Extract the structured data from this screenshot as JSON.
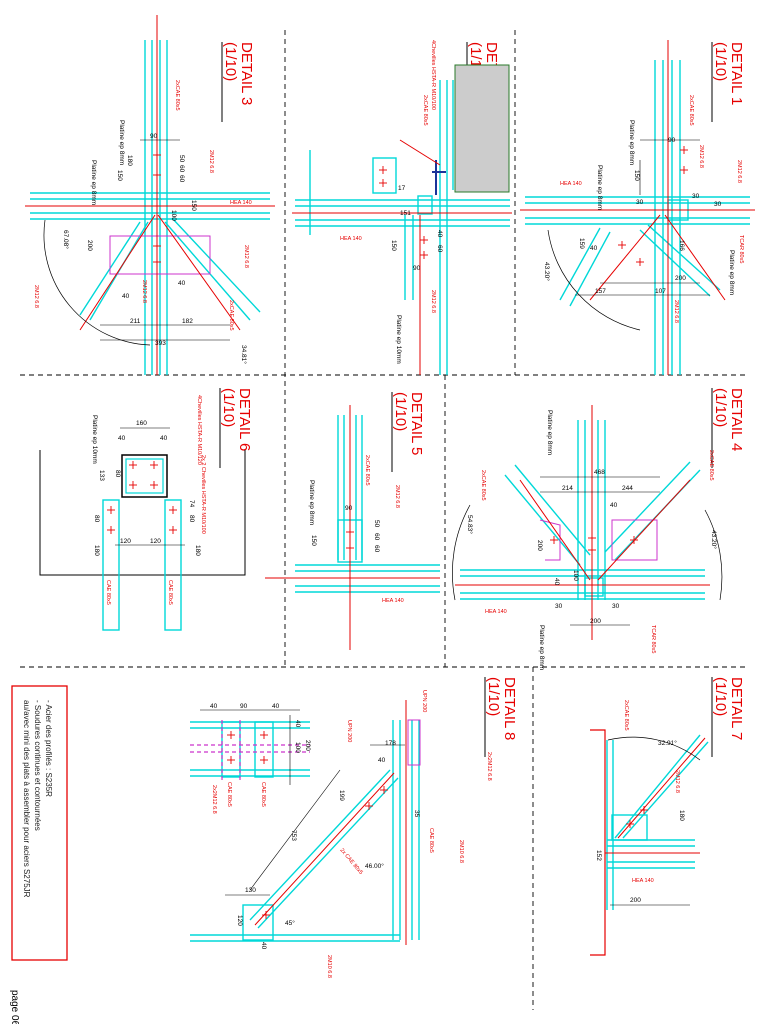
{
  "page": {
    "number_label": "page 06"
  },
  "colors": {
    "steel": "#00d8d8",
    "axis": "#e60000",
    "dim": "#000000",
    "plate": "#cc33cc",
    "bolt": "#1a3399",
    "note_frame": "#e60000"
  },
  "notes": {
    "lines": [
      "- Acier des profilés : S235R",
      "- Soudures continues et contournées",
      "  au/avec mini des plats à assembler pour aciers S275JR"
    ]
  },
  "details": {
    "d1": {
      "title": "DETAIL 1",
      "scale": "(1/10)",
      "labels": [
        "HEA 140",
        "2xCAE 80x5",
        "2M12 6.8",
        "2M12 6.8",
        "2M12 6.8",
        "Platine ep 8mm",
        "Platine ep 8mm",
        "Platine ep 8mm",
        "TCAR 80x5"
      ],
      "dims": [
        "90",
        "150",
        "30",
        "30",
        "30",
        "159",
        "40",
        "166",
        "200",
        "157",
        "107",
        "43.20°"
      ]
    },
    "d2": {
      "title": "DETAIL 2",
      "scale": "(1/10)",
      "labels": [
        "4Chevilles HSTA-R M10/100",
        "2xCAE 80x5",
        "HEA 140",
        "2M12 6.8",
        "Platine ep 10mm"
      ],
      "dims": [
        "17",
        "151",
        "150",
        "40",
        "60",
        "90"
      ]
    },
    "d3": {
      "title": "DETAIL 3",
      "scale": "(1/10)",
      "labels": [
        "2xCAE 80x5",
        "Platine ep 8mm",
        "Platine ep 8mm",
        "HEA 140",
        "2M12 6.8",
        "2M12 6.8",
        "2M12 6.8",
        "2M12 6.8",
        "2xCAE 80x5"
      ],
      "dims": [
        "90",
        "180",
        "150",
        "50",
        "60",
        "60",
        "150",
        "200",
        "100",
        "40",
        "40",
        "211",
        "182",
        "393",
        "67.08°",
        "34.81°"
      ]
    },
    "d4": {
      "title": "DETAIL 4",
      "scale": "(1/10)",
      "labels": [
        "Platine ep 8mm",
        "2xCAE 80x5",
        "2xCAE 80x5",
        "HEA 140",
        "Platine ep 8mm",
        "TCAR 80x5"
      ],
      "dims": [
        "468",
        "214",
        "244",
        "40",
        "200",
        "100",
        "40",
        "30",
        "30",
        "200",
        "54.83°",
        "43.20°"
      ]
    },
    "d5": {
      "title": "DETAIL 5",
      "scale": "(1/10)",
      "labels": [
        "2xCAE 80x5",
        "2M12 6.8",
        "Platine ep 8mm",
        "HEA 140"
      ],
      "dims": [
        "90",
        "150",
        "50",
        "60",
        "60"
      ]
    },
    "d6": {
      "title": "DETAIL 6",
      "scale": "(1/10)",
      "labels": [
        "4Chevilles HSTA-R M10/120",
        "Platine ep 10mm",
        "2x 2 Chevilles HSTA-R M10/100",
        "CAE 80x5",
        "CAE 80x5"
      ],
      "dims": [
        "160",
        "40",
        "40",
        "80",
        "133",
        "74",
        "80",
        "80",
        "180",
        "120",
        "120",
        "180"
      ]
    },
    "d7": {
      "title": "DETAIL 7",
      "scale": "(1/10)",
      "labels": [
        "2xCAE 80x5",
        "2M12 6.8",
        "HEA 140"
      ],
      "dims": [
        "32.91°",
        "180",
        "152",
        "200"
      ]
    },
    "d8": {
      "title": "DETAIL 8",
      "scale": "(1/10)",
      "labels": [
        "UPN 200",
        "UPN 200",
        "2x2M12 6.8",
        "CAE 80x5",
        "2M10 6.8",
        "2x CAE 80x5",
        "2M10 6.8",
        "2x2M12 6.8",
        "CAE 80x5",
        "CAE 80x5"
      ],
      "dims": [
        "178",
        "40",
        "199",
        "35",
        "46.00°",
        "753",
        "130",
        "120",
        "40",
        "45°",
        "40",
        "90",
        "40",
        "40",
        "100",
        "200"
      ]
    }
  }
}
